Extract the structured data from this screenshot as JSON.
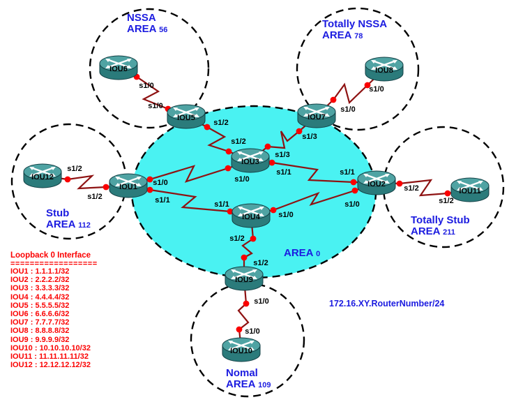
{
  "areas": {
    "backbone": {
      "label": "AREA",
      "number": "0"
    },
    "nssa": {
      "name": "NSSA",
      "label": "AREA",
      "number": "56"
    },
    "totally_nssa": {
      "name": "Totally NSSA",
      "label": "AREA",
      "number": "78"
    },
    "stub": {
      "name": "Stub",
      "label": "AREA",
      "number": "112"
    },
    "totally_stub": {
      "name": "Totally Stub",
      "label": "AREA",
      "number": "211"
    },
    "normal": {
      "name": "Nomal",
      "label": "AREA",
      "number": "109"
    }
  },
  "routers": [
    {
      "name": "IOU1"
    },
    {
      "name": "IOU2"
    },
    {
      "name": "IOU3"
    },
    {
      "name": "IOU4"
    },
    {
      "name": "IOU5"
    },
    {
      "name": "IOU6"
    },
    {
      "name": "IOU7"
    },
    {
      "name": "IOU8"
    },
    {
      "name": "IOU9"
    },
    {
      "name": "IOU10"
    },
    {
      "name": "IOU11"
    },
    {
      "name": "IOU12"
    }
  ],
  "links": [
    {
      "from": "IOU6",
      "to": "IOU5",
      "from_if": "s1/0",
      "to_if": "s1/0"
    },
    {
      "from": "IOU5",
      "to": "IOU3",
      "from_if": "s1/2",
      "to_if": "s1/2"
    },
    {
      "from": "IOU8",
      "to": "IOU7",
      "from_if": "s1/0",
      "to_if": "s1/0"
    },
    {
      "from": "IOU7",
      "to": "IOU3",
      "from_if": "s1/3",
      "to_if": "s1/3"
    },
    {
      "from": "IOU12",
      "to": "IOU1",
      "from_if": "s1/2",
      "to_if": "s1/2"
    },
    {
      "from": "IOU1",
      "to": "IOU3",
      "from_if": "s1/0",
      "to_if": "s1/0"
    },
    {
      "from": "IOU1",
      "to": "IOU4",
      "from_if": "s1/1",
      "to_if": "s1/1"
    },
    {
      "from": "IOU3",
      "to": "IOU2",
      "from_if": "s1/1",
      "to_if": "s1/1"
    },
    {
      "from": "IOU4",
      "to": "IOU2",
      "from_if": "s1/0",
      "to_if": "s1/0"
    },
    {
      "from": "IOU2",
      "to": "IOU11",
      "from_if": "s1/2",
      "to_if": "s1/2"
    },
    {
      "from": "IOU4",
      "to": "IOU9",
      "from_if": "s1/2",
      "to_if": "s1/2"
    },
    {
      "from": "IOU9",
      "to": "IOU10",
      "from_if": "s1/0",
      "to_if": "s1/0"
    }
  ],
  "loopback_panel": {
    "title": "Loopback 0 Interface",
    "separator": "==================",
    "entries": [
      "IOU1 : 1.1.1.1/32",
      "IOU2 : 2.2.2.2/32",
      "IOU3 : 3.3.3.3/32",
      "IOU4 : 4.4.4.4/32",
      "IOU5 : 5.5.5.5/32",
      "IOU6 : 6.6.6.6/32",
      "IOU7 : 7.7.7.7/32",
      "IOU8 : 8.8.8.8/32",
      "IOU9 : 9.9.9.9/32",
      "IOU10 : 10.10.10.10/32",
      "IOU11 : 11.11.11.11/32",
      "IOU12 : 12.12.12.12/32"
    ]
  },
  "addressing_note": "172.16.XY.RouterNumber/24",
  "colors": {
    "backbone_fill": "#4af2f2",
    "link": "#8e1212",
    "dot": "#fa0000",
    "area_text": "#1c1ce0",
    "loopback_text": "#fb0000"
  }
}
